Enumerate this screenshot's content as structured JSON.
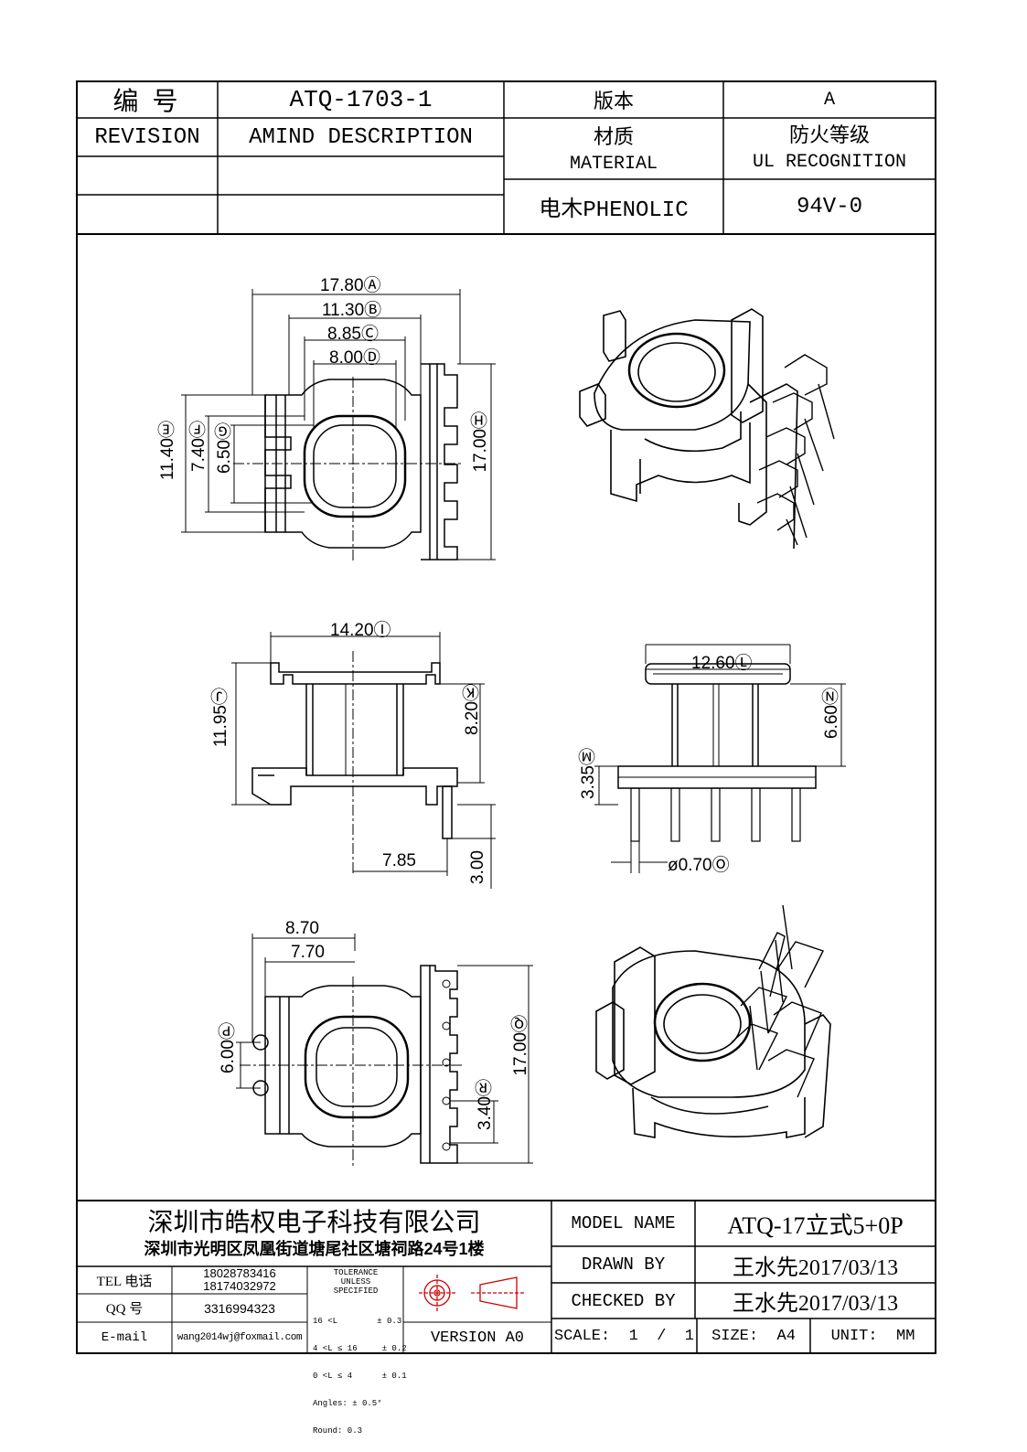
{
  "header": {
    "number_label": "编  号",
    "number_value": "ATQ-1703-1",
    "version_label": "版本",
    "version_value": "A",
    "revision_label": "REVISION",
    "amind_label": "AMIND DESCRIPTION",
    "material_label_cn": "材质",
    "material_label_en": "MATERIAL",
    "ul_label_cn": "防火等级",
    "ul_label_en": "UL RECOGNITION",
    "material_value": "电木PHENOLIC",
    "ul_value": "94V-0"
  },
  "dimensions": {
    "top_view": {
      "A": "17.80",
      "A_tag": "Ⓐ",
      "B": "11.30",
      "B_tag": "Ⓑ",
      "C": "8.85",
      "C_tag": "Ⓒ",
      "D": "8.00",
      "D_tag": "Ⓓ",
      "E": "11.40",
      "E_tag": "Ⓔ",
      "F": "7.40",
      "F_tag": "Ⓕ",
      "G": "6.50",
      "G_tag": "Ⓖ",
      "H": "17.00",
      "H_tag": "Ⓗ"
    },
    "front_view": {
      "I": "14.20",
      "I_tag": "Ⓘ",
      "J": "11.95",
      "J_tag": "Ⓙ",
      "K": "8.20",
      "K_tag": "Ⓚ",
      "pin_offset": "7.85",
      "pin_length": "3.00"
    },
    "side_view": {
      "L": "12.60",
      "L_tag": "Ⓛ",
      "M": "3.35",
      "M_tag": "Ⓜ",
      "N": "6.60",
      "N_tag": "Ⓝ",
      "O": "ø0.70",
      "O_tag": "Ⓞ"
    },
    "bottom_view": {
      "w1": "8.70",
      "w2": "7.70",
      "P": "6.00",
      "P_tag": "Ⓟ",
      "Q": "17.00",
      "Q_tag": "Ⓠ",
      "R": "3.40",
      "R_tag": "Ⓡ"
    }
  },
  "footer": {
    "company": "深圳市皓权电子科技有限公司",
    "address": "深圳市光明区凤凰街道塘尾社区塘祠路24号1楼",
    "tel_label": "TEL 电话",
    "tel_value_1": "18028783416",
    "tel_value_2": "18174032972",
    "qq_label": "QQ  号",
    "qq_value": "3316994323",
    "email_label": "E-mail",
    "email_value": "wang2014wj@foxmail.com",
    "tolerance_title_1": "TOLERANCE",
    "tolerance_title_2": "UNLESS",
    "tolerance_title_3": "SPECIFIED",
    "tol_row_1": "16 <L        ± 0.3",
    "tol_row_2": "4 <L ≤ 16     ± 0.2",
    "tol_row_3": "0 <L ≤ 4      ± 0.1",
    "tol_row_4": "Angles: ± 0.5°",
    "tol_row_5": "Round: 0.3",
    "version": "VERSION A0",
    "model_name_label": "MODEL NAME",
    "model_name_value": "ATQ-17立式5+0P",
    "drawn_by_label": "DRAWN BY",
    "drawn_by_value": "王水先2017/03/13",
    "checked_by_label": "CHECKED BY",
    "checked_by_value": "王水先2017/03/13",
    "scale": "SCALE:  1  /  1",
    "size": "SIZE:  A4",
    "unit": "UNIT:  MM"
  }
}
